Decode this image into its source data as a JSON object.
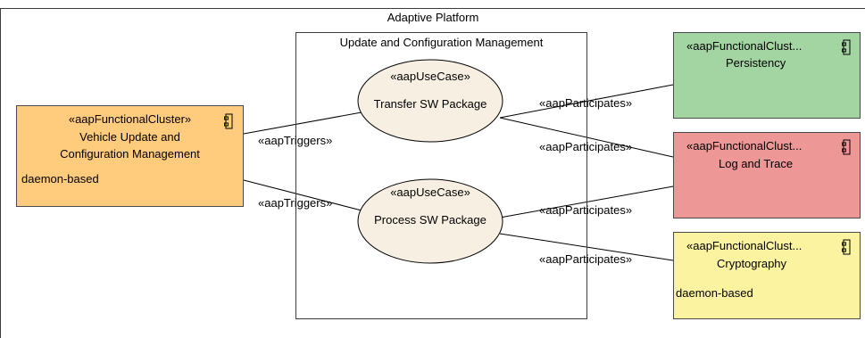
{
  "platform": {
    "title": "Adaptive Platform"
  },
  "subsystem": {
    "title": "Update and Configuration Management"
  },
  "use_cases": [
    {
      "stereotype": "«aapUseCase»",
      "name": "Transfer SW Package"
    },
    {
      "stereotype": "«aapUseCase»",
      "name": "Process SW Package"
    }
  ],
  "clusters": {
    "vucm": {
      "stereotype": "«aapFunctionalCluster»",
      "name_line1": "Vehicle Update and",
      "name_line2": "Configuration Management",
      "note": "daemon-based",
      "fill": "#ffcb7d"
    },
    "persistency": {
      "stereotype": "«aapFunctionalClust...",
      "name": "Persistency",
      "fill": "#a3d5a3"
    },
    "log": {
      "stereotype": "«aapFunctionalClust...",
      "name": "Log and Trace",
      "fill": "#ed9797"
    },
    "crypto": {
      "stereotype": "«aapFunctionalClust...",
      "name": "Cryptography",
      "note": "daemon-based",
      "fill": "#fbf3a0"
    }
  },
  "relations": {
    "triggers_1": "«aapTriggers»",
    "triggers_2": "«aapTriggers»",
    "participates_1": "«aapParticipates»",
    "participates_2": "«aapParticipates»",
    "participates_3": "«aapParticipates»",
    "participates_4": "«aapParticipates»"
  },
  "icons": {
    "component": "component-icon"
  },
  "colors": {
    "usecase_fill": "#f7efe2",
    "line": "#000000"
  }
}
